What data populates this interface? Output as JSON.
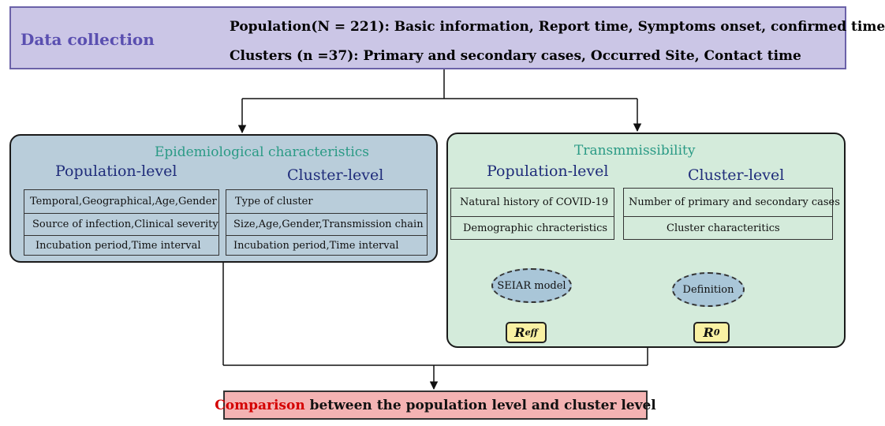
{
  "data_collection": {
    "label": "Data collection",
    "population_line": "Population(N = 221): Basic information, Report time, Symptoms onset, confirmed time",
    "clusters_line": "Clusters (n =37): Primary and secondary cases, Occurred Site, Contact time"
  },
  "epidemiological": {
    "title": "Epidemiological characteristics",
    "population_level": {
      "heading": "Population-level",
      "rows": [
        "Temporal,Geographical,Age,Gender",
        "Source of infection,Clinical severity",
        "Incubation period,Time interval"
      ]
    },
    "cluster_level": {
      "heading": "Cluster-level",
      "rows": [
        "Type of cluster",
        "Size,Age,Gender,Transmission chain",
        "Incubation period,Time interval"
      ]
    }
  },
  "transmissibility": {
    "title": "Transmmissibility",
    "population_level": {
      "heading": "Population-level",
      "rows": [
        "Natural history of COVID-19",
        "Demographic chracteristics"
      ],
      "model": "SEIAR model",
      "result_symbol": "R",
      "result_subscript": "eff"
    },
    "cluster_level": {
      "heading": "Cluster-level",
      "rows": [
        "Number of primary and secondary cases",
        "Cluster characteritics"
      ],
      "method": "Definition",
      "result_symbol": "R",
      "result_subscript": "0"
    }
  },
  "comparison": {
    "highlight": "Comparison",
    "rest": " between the population level and cluster level"
  },
  "colors": {
    "data_collection_fill": "#cbc6e6",
    "epidemiological_fill": "#b9cdda",
    "transmissibility_fill": "#d4ebdb",
    "comparison_fill": "#f4b3b3",
    "highlight_red": "#d40000",
    "result_fill": "#f9f1a3"
  }
}
